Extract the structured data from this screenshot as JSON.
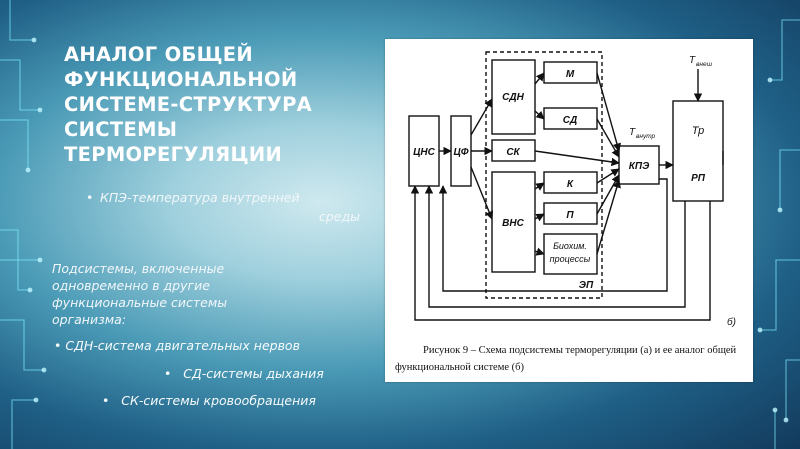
{
  "slide": {
    "title_lines": [
      "АНАЛОГ ОБЩЕЙ",
      "ФУНКЦИОНАЛЬНОЙ",
      "СИСТЕМЕ-СТРУКТУРА",
      "СИСТЕМЫ",
      "ТЕРМОРЕГУЛЯЦИИ"
    ],
    "bullet_kpe_line1": "КПЭ-температура внутренней",
    "bullet_kpe_line2": "среды",
    "paragraph_lines": [
      "Подсистемы, включенные",
      "одновременно в другие",
      "функциональные системы",
      "организма:"
    ],
    "list_items": [
      "СДН-система двигательных нервов",
      "СД-системы дыхания",
      "СК-системы кровообращения"
    ],
    "bullet_symbol": "•"
  },
  "figure": {
    "blocks": {
      "cns": "ЦНС",
      "cf": "ЦФ",
      "sdn": "СДН",
      "m": "М",
      "sd": "СД",
      "sk": "СК",
      "vns": "ВНС",
      "k": "К",
      "p": "П",
      "bio1": "Биохим.",
      "bio2": "процессы",
      "ep": "ЭП",
      "kpe": "КПЭ",
      "tr": "Тр",
      "rp": "РП"
    },
    "labels": {
      "t_vnutr": "Т",
      "t_vnutr_sub": "внутр",
      "t_vnesh": "Т",
      "t_vnesh_sub": "внеш",
      "b": "б)"
    },
    "caption_line1": "Рисунок 9 – Схема подсистемы терморегуляции (а) и ее аналог общей",
    "caption_line2": "функциональной системе (б)"
  },
  "colors": {
    "title": "#ffffff",
    "text": "#f2f7fa",
    "circuit": "#7ff0ff",
    "diagram_ink": "#111111"
  }
}
